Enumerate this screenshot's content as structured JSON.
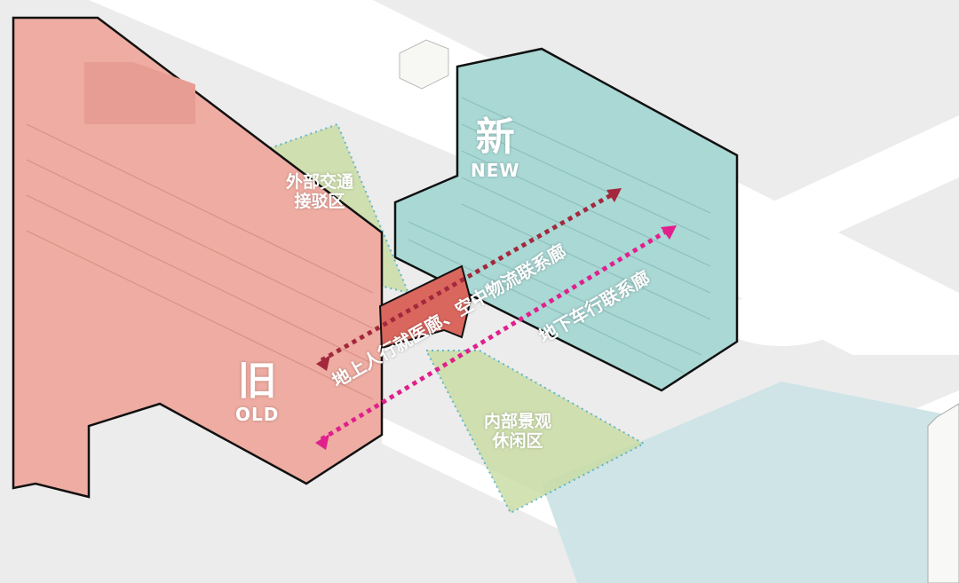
{
  "buildings": {
    "new": {
      "label_cn": "新",
      "label_en": "NEW",
      "color": "#a9d8d5"
    },
    "old": {
      "label_cn": "旧",
      "label_en": "OLD",
      "color": "#eeaca2"
    }
  },
  "zones": {
    "external": {
      "line1": "外部交通",
      "line2": "接驳区"
    },
    "internal": {
      "line1": "内部景观",
      "line2": "休闲区"
    }
  },
  "corridors": {
    "above_ground": {
      "label": "地上人行就医廊、空中物流联系廊",
      "color": "#a3283c"
    },
    "underground": {
      "label": "地下车行联系廊",
      "color": "#e0208c"
    }
  },
  "colors": {
    "background": "#ececec",
    "road": "#ffffff",
    "water": "#cfe4e7",
    "zone_fill": "#c9dca0",
    "zone_outline": "#3fa9c9",
    "bridge": "#d9675e"
  }
}
